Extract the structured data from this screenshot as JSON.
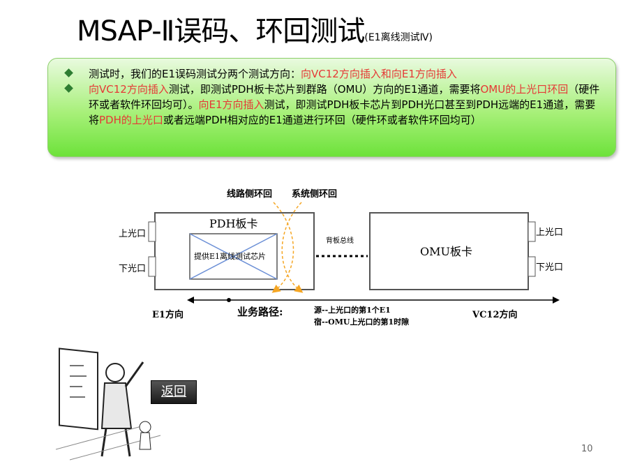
{
  "title": {
    "main": "MSAP-Ⅱ误码、环回测试",
    "sub": "(E1离线测试Ⅳ)"
  },
  "notes": {
    "b1_a": "测试时，我们的E1误码测试分两个测试方向：",
    "b1_b": "向VC12方向插入和向E1方向插入",
    "b2_a": "向VC12方向插入",
    "b2_b": "测试，即测试PDH板卡芯片到群路（OMU）方向的E1通道，需要将",
    "b2_c": "OMU的上光口环回",
    "b2_d": "（硬件环或者软件环回均可）。",
    "b2_e": "向E1方向插入",
    "b2_f": "测试，即测试PDH板卡芯片到PDH光口甚至到PDH远端的E1通道，需要将",
    "b2_g": "PDH的上光口",
    "b2_h": "或者远端PDH相对应的E1通道进行环回（硬件环或者软件环回均可）"
  },
  "diagram": {
    "line_loop": "线路侧环回",
    "sys_loop": "系统侧环回",
    "pdh_card": "PDH板卡",
    "chip": "提供E1离线测试芯片",
    "backplane": "背板总线",
    "omu_card": "OMU板卡",
    "pdh_up": "上光口",
    "pdh_down": "下光口",
    "omu_up": "上光口",
    "omu_down": "下光口",
    "e1_dir": "E1方向",
    "vc12_dir": "VC12方向",
    "path_label": "业务路径:",
    "path_src": "源--上光口的第1个E1",
    "path_dst": "宿--OMU上光口的第1时隙"
  },
  "nav": {
    "back_label": "返回"
  },
  "page": {
    "number": "10"
  },
  "colors": {
    "box_green": "#6de23a",
    "highlight_red": "#e53935",
    "arrow_orange": "#f5a623"
  }
}
